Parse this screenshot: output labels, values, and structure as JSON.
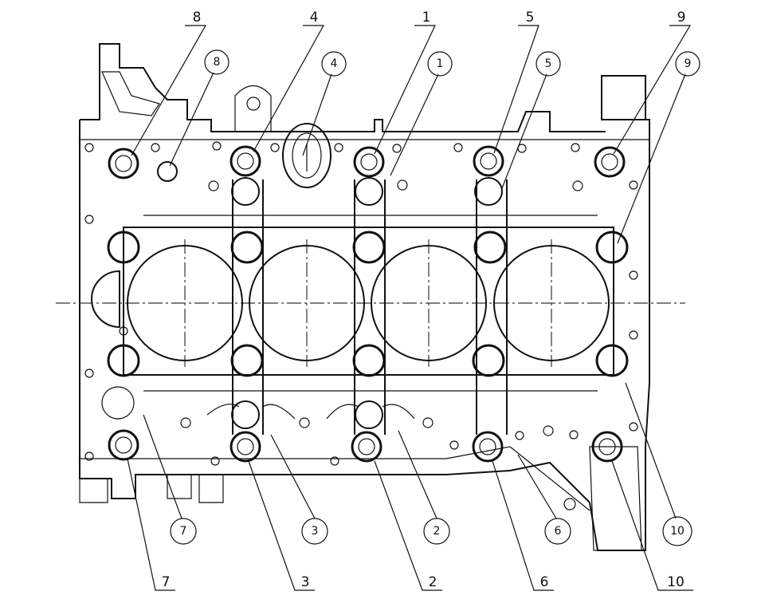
{
  "callouts": {
    "top_plain": [
      {
        "id": "t8",
        "text": "8"
      },
      {
        "id": "t4",
        "text": "4"
      },
      {
        "id": "t1",
        "text": "1"
      },
      {
        "id": "t5",
        "text": "5"
      },
      {
        "id": "t9",
        "text": "9"
      }
    ],
    "top_circled": [
      {
        "id": "c8",
        "text": "8"
      },
      {
        "id": "c4",
        "text": "4"
      },
      {
        "id": "c1",
        "text": "1"
      },
      {
        "id": "c5",
        "text": "5"
      },
      {
        "id": "c9",
        "text": "9"
      }
    ],
    "bottom_circled": [
      {
        "id": "c7",
        "text": "7"
      },
      {
        "id": "c3",
        "text": "3"
      },
      {
        "id": "c2",
        "text": "2"
      },
      {
        "id": "c6",
        "text": "6"
      },
      {
        "id": "c10",
        "text": "10"
      }
    ],
    "bottom_plain": [
      {
        "id": "t7",
        "text": "7"
      },
      {
        "id": "t3",
        "text": "3"
      },
      {
        "id": "t2",
        "text": "2"
      },
      {
        "id": "t6",
        "text": "6"
      },
      {
        "id": "t10",
        "text": "10"
      }
    ]
  }
}
